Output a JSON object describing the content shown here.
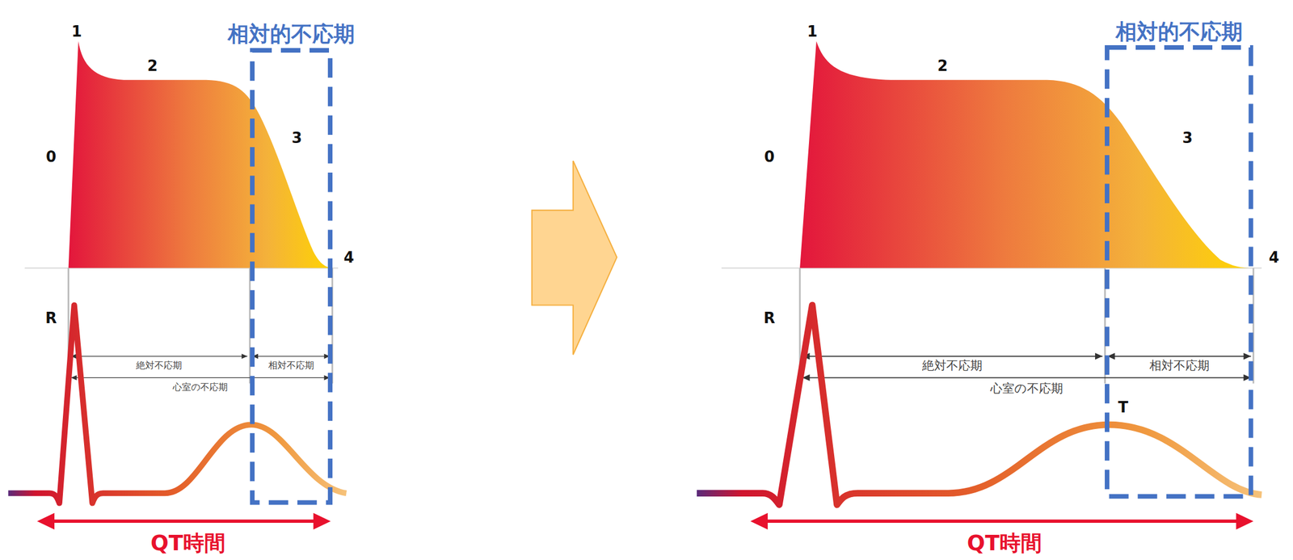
{
  "diagram": {
    "nodes": [
      {
        "text": [
          "相対的不応期"
        ]
      },
      {
        "text": [
          "相対的不応期"
        ]
      }
    ],
    "labels": [
      "1",
      "2",
      "3",
      "0",
      "4",
      "R",
      "絶対不応期",
      "相対不応期",
      "心室の不応期",
      "QT時間",
      "1",
      "2",
      "3",
      "0",
      "4",
      "R",
      "絶対不応期",
      "相対不応期",
      "心室の不応期",
      "T",
      "QT時間"
    ]
  }
}
